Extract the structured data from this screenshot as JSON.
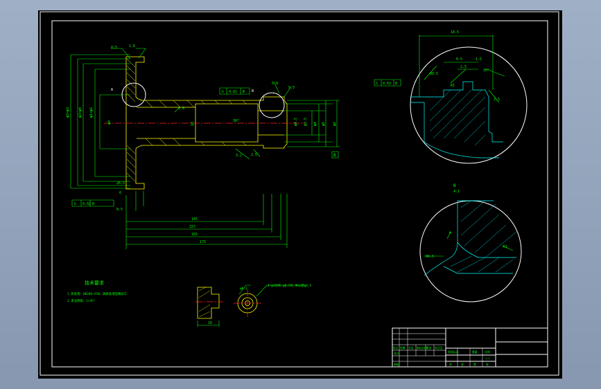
{
  "sheet": {
    "background": "#000000",
    "frame_color": "#ffffff",
    "contour_color": "#ffff00",
    "dimension_color": "#00ff00",
    "centerline_color": "#ff2020",
    "section_line_color": "#00ffff"
  },
  "main_view": {
    "dims": {
      "top_small_1": "0.5",
      "top_small_2": "1.6",
      "dia_1": "φ2×φ3",
      "dia_2": "φ3×φ4",
      "dia_3": "φ1×φ2",
      "dia_4": "φ4",
      "bore": "18",
      "right_1": "φ4.5",
      "right_2": "φ3.5",
      "right_3": "φ4",
      "right_4": "φ5",
      "right_5": "φ2",
      "len_1": "145",
      "len_2": "157",
      "len_3": "165",
      "len_4": "175",
      "low_1": "6",
      "low_2": "8.5",
      "low_3": "26.5",
      "chamfer_1": "1.6",
      "chamfer_2": "3.2",
      "step_1": "5.8",
      "step_2": "5.5",
      "step_3": "2.5",
      "angle_1": "30°"
    },
    "datum": "B",
    "callout_a": "A",
    "callout_b": "B",
    "tol_frame_1": [
      "h",
      "0.02",
      "B"
    ],
    "tol_frame_2": [
      "h",
      "0.02",
      "B"
    ],
    "tol_frame_3": [
      "h",
      "0.02",
      "B"
    ]
  },
  "detail_a": {
    "dims": {
      "top": "18.5",
      "d1": "0.5",
      "d2": "1.5",
      "d3": "2.5",
      "ang": "30°",
      "r1": "R0.5",
      "r2": "R1",
      "r3": "2.5"
    },
    "tol_frame": [
      "h",
      "0.02",
      "B"
    ]
  },
  "detail_b": {
    "label": "B",
    "scale": "4:1",
    "dims": {
      "d1": "4",
      "d2": "R0.5",
      "d3": "R1"
    }
  },
  "notes": {
    "title": "技术要求",
    "lines": [
      "1.热处理：HB200~250，调质处理后精加工",
      "2.未注倒角：1×45°"
    ]
  },
  "small_view": {
    "dim_1": "10",
    "dim_2": "φ0.1",
    "note": "4-φ3均布 φ8.5孔 中心距φ6.5"
  },
  "title_block": {
    "cells": [
      "标记",
      "处数",
      "分区",
      "更改文件号",
      "签名",
      "年月日"
    ],
    "right_cells": [
      "阶段标记",
      "重量",
      "比例",
      "1:1"
    ],
    "bottom_cells": [
      "共",
      "张",
      "第",
      "张"
    ],
    "design": "设计",
    "review": "审核"
  }
}
